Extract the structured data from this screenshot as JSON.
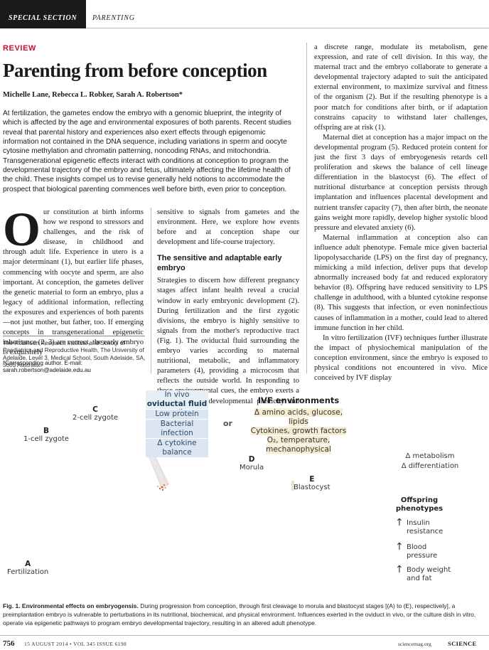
{
  "header": {
    "section_tab": "SPECIAL SECTION",
    "section_name": "PARENTING"
  },
  "article": {
    "type_label": "REVIEW",
    "title": "Parenting from before conception",
    "authors": "Michelle Lane, Rebecca L. Robker, Sarah A. Robertson*",
    "abstract": "At fertilization, the gametes endow the embryo with a genomic blueprint, the integrity of which is affected by the age and environmental exposures of both parents. Recent studies reveal that parental history and experiences also exert effects through epigenomic information not contained in the DNA sequence, including variations in sperm and oocyte cytosine methylation and chromatin patterning, noncoding RNAs, and mitochondria. Transgenerational epigenetic effects interact with conditions at conception to program the developmental trajectory of the embryo and fetus, ultimately affecting the lifetime health of the child. These insights compel us to revise generally held notions to accommodate the prospect that biological parenting commences well before birth, even prior to conception.",
    "left_column": {
      "drop_cap": "O",
      "text": "ur constitution at birth informs how we respond to stressors and challenges, and the risk of disease, in childhood and through adult life. Experience in utero is a major determinant (1), but earlier life phases, commencing with oocyte and sperm, are also important. At conception, the gametes deliver the genetic material to form an embryo, plus a legacy of additional information, reflecting the exposures and experiences of both parents—not just mother, but father, too. If emerging concepts in transgenerational epigenetic inheritance (2, 3) are correct, the early embryo is exquisitely"
    },
    "middle_column": {
      "intro": "sensitive to signals from gametes and the environment. Here, we explore how events before and at conception shape our development and life-course trajectory.",
      "heading": "The sensitive and adaptable early embryo",
      "text": "Strategies to discern how different pregnancy stages affect infant health reveal a crucial window in early embryonic development (2). During fertilization and the first zygotic divisions, the embryo is highly sensitive to signals from the mother's reproductive tract (Fig. 1). The oviductal fluid surrounding the embryo varies according to maternal nutritional, metabolic, and inflammatory parameters (4), providing a microcosm that reflects the outside world. In responding to these environmental cues, the embryo exerts a high degree of developmental plasticity and can, within"
    },
    "right_column": [
      "a discrete range, modulate its metabolism, gene expression, and rate of cell division. In this way, the maternal tract and the embryo collaborate to generate a developmental trajectory adapted to suit the anticipated external environment, to maximize survival and fitness of the organism (2). But if the resulting phenotype is a poor match for conditions after birth, or if adaptation constrains capacity to withstand later challenges, offspring are at risk (1).",
      "Maternal diet at conception has a major impact on the developmental program (5). Reduced protein content for just the first 3 days of embryogenesis retards cell proliferation and skews the balance of cell lineage differentiation in the blastocyst (6). The effect of nutritional disturbance at conception persists through implantation and influences placental development and nutrient transfer capacity (7), then after birth, the neonate gains weight more rapidly, develop higher systolic blood pressure and elevated anxiety (6).",
      "Maternal inflammation at conception also can influence adult phenotype. Female mice given bacterial lipopolysaccharide (LPS) on the first day of pregnancy, mimicking a mild infection, deliver pups that develop abnormally increased body fat and reduced exploratory behavior (8). Offspring have reduced sensitivity to LPS challenge in adulthood, with a blunted cytokine response (8). This suggests that infection, or even noninfectious causes of inflammation in a mother, could lead to altered immune function in her child.",
      "In vitro fertilization (IVF) techniques further illustrate the impact of physiochemical manipulation of the conception environment, since the embryo is exposed to physical conditions not encountered in vivo. Mice conceived by IVF display"
    ],
    "affiliation": "The Robinson Research Institute and School of Paediatrics and Reproductive Health, The University of Adelaide, Level 3, Medical School, South Adelaide, SA, 5005 Australia.",
    "corresponding": "*Corresponding author. E-mail: sarah.robertson@adelaide.edu.au"
  },
  "figure": {
    "stages": {
      "a": {
        "letter": "A",
        "name": "Fertilization"
      },
      "b": {
        "letter": "B",
        "name": "1-cell zygote"
      },
      "c": {
        "letter": "C",
        "name": "2-cell zygote"
      },
      "d": {
        "letter": "D",
        "name": "Morula"
      },
      "e": {
        "letter": "E",
        "name": "Blastocyst"
      }
    },
    "in_vivo": {
      "title_line1": "In vivo",
      "title_line2": "oviductal fluid",
      "items": [
        "Low protein",
        "Bacterial infection",
        "Δ cytokine balance"
      ]
    },
    "or_word": "or",
    "ivf": {
      "title": "IVF environments",
      "line1": "Δ amino acids, glucose, lipids",
      "line2": "Cytokines, growth factors",
      "line3": "O₂, temperature,",
      "line4": "mechanophysical"
    },
    "effects": [
      "Δ metabolism",
      "Δ differentiation"
    ],
    "phenotypes_title": "Offspring phenotypes",
    "phenotypes": [
      {
        "line1": "Insulin",
        "line2": "resistance"
      },
      {
        "line1": "Blood",
        "line2": "pressure"
      },
      {
        "line1": "Body weight",
        "line2": "and fat"
      }
    ],
    "arrow_glyph": "↑",
    "colors": {
      "in_vivo_highlight": "#dbe6f1",
      "ivf_highlight": "#f7ecd4",
      "review_red": "#c8102e"
    }
  },
  "caption": {
    "label": "Fig. 1. Environmental effects on embryogensis.",
    "text": " During progression from conception, through first cleavage to morula and blastocyst stages [(A) to (E), respectively], a preimplantation embryo is vulnerable to perturbations in its nutritional, biochemical, and physical environment. Influences exerted in the oviduct in vivo, or the culture dish in vitro, operate via epigenetic pathways to program embryo developmental trajectory, resulting in an altered adult phenotype."
  },
  "footer": {
    "page_number": "756",
    "issue": "15 AUGUST 2014 • VOL 345 ISSUE 6198",
    "site": "sciencemag.org",
    "journal": "SCIENCE"
  }
}
